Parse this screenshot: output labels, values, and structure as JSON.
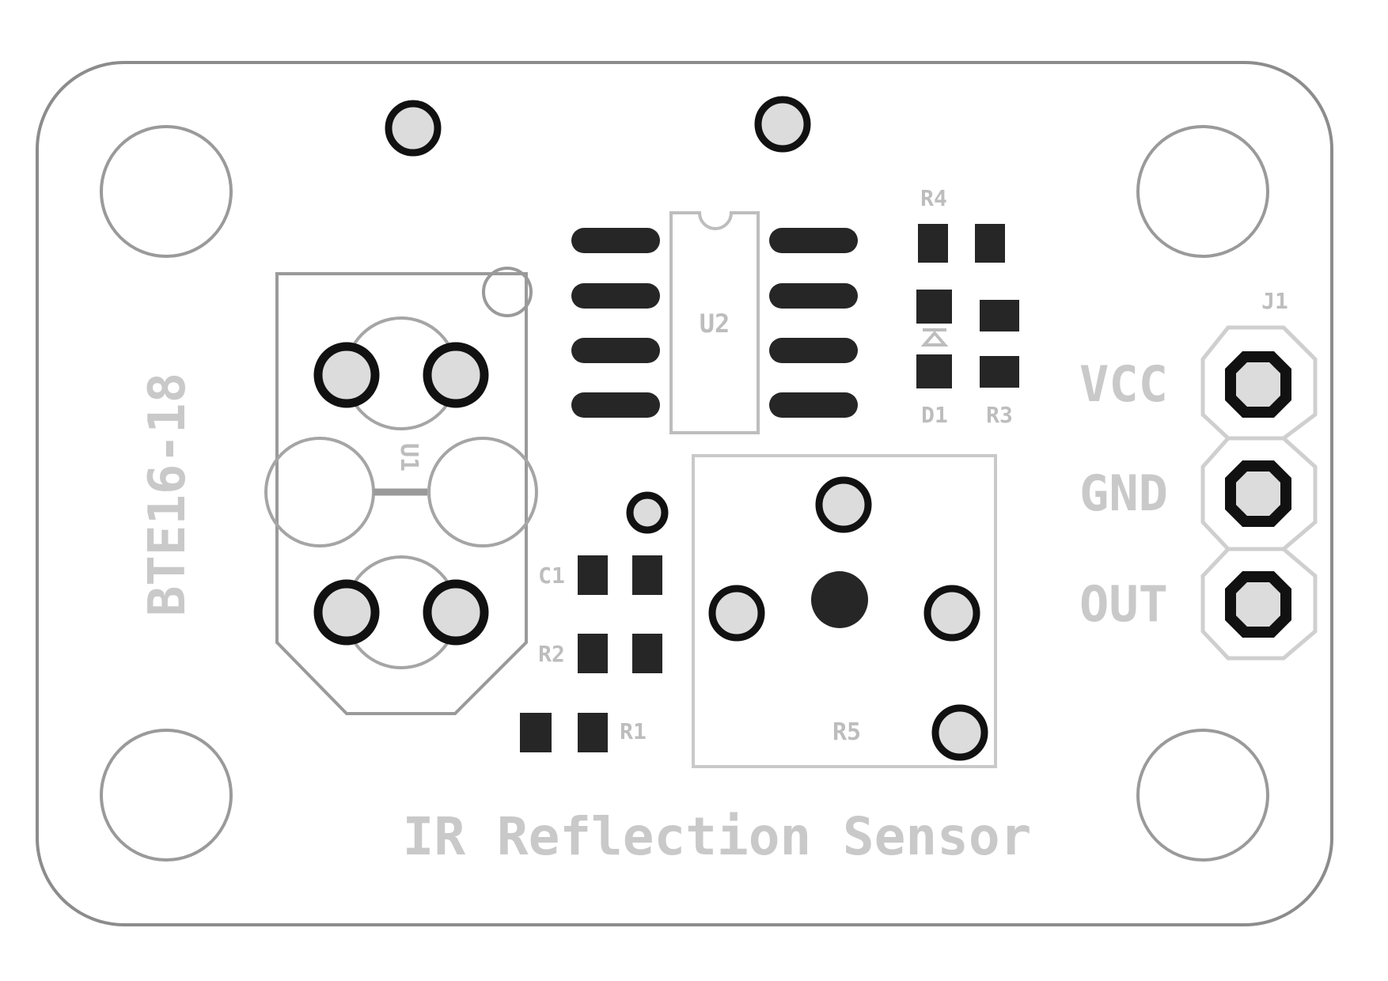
{
  "board": {
    "title": "IR Reflection Sensor",
    "part_number": "BTE16-18",
    "colors": {
      "outline": "#8c8c8c",
      "silkscreen": "#c9c9c9",
      "pad": "#111111",
      "smd_pad": "#262626",
      "drill": "#dcdcdc"
    }
  },
  "designators": {
    "u1": "U1",
    "u2": "U2",
    "r1": "R1",
    "r2": "R2",
    "r3": "R3",
    "r4": "R4",
    "r5": "R5",
    "c1": "C1",
    "d1": "D1",
    "j1": "J1"
  },
  "connector": {
    "pins": [
      "VCC",
      "GND",
      "OUT"
    ]
  }
}
